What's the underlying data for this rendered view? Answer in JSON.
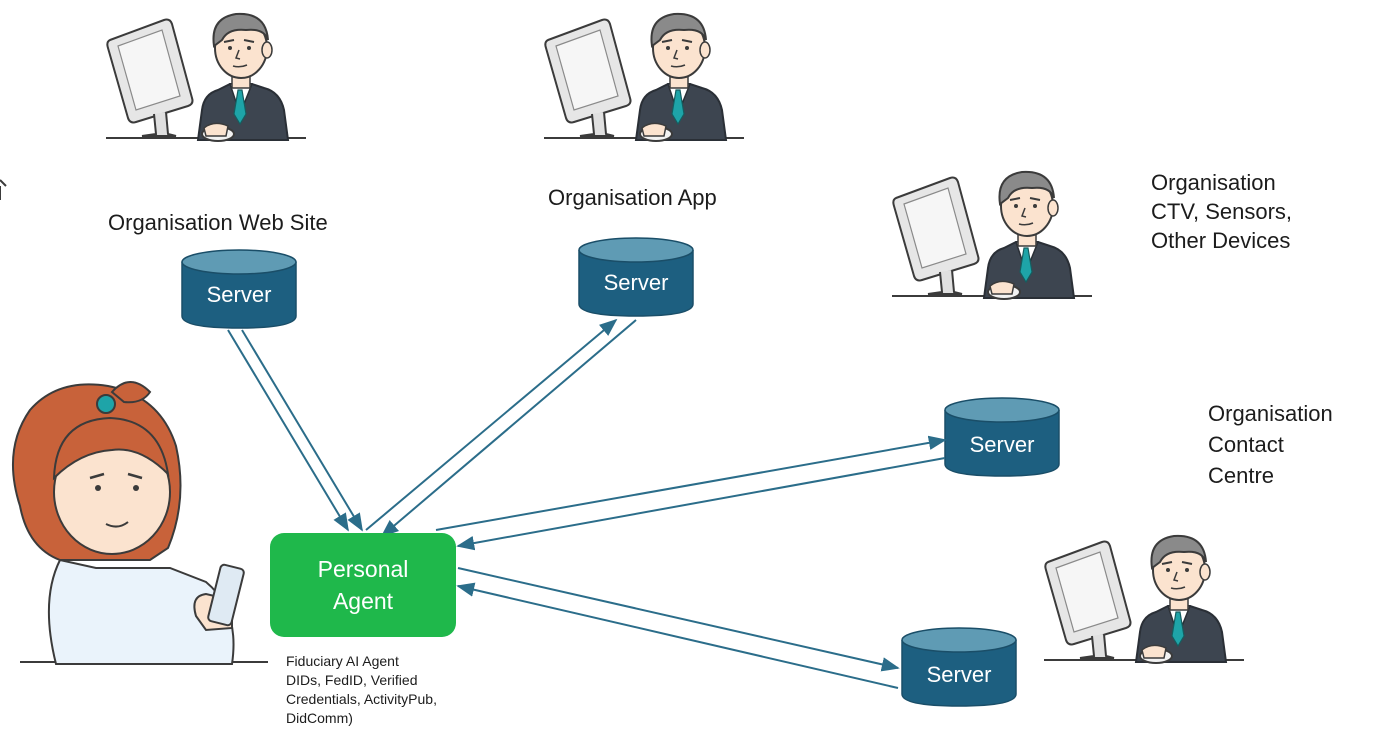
{
  "colors": {
    "server_fill": "#1d5f80",
    "server_top": "#5f9bb4",
    "agent_fill": "#1fb84b",
    "arrow": "#2b6d8a",
    "suit": "#3d4550",
    "tie": "#1ea4a8",
    "hair_girl": "#c8623a"
  },
  "labels": {
    "web_site": "Organisation Web Site",
    "app": "Organisation App",
    "devices": [
      "Organisation",
      "CTV, Sensors,",
      "Other Devices"
    ],
    "contact_centre": [
      "Organisation",
      "Contact",
      "Centre"
    ]
  },
  "servers": {
    "web": "Server",
    "app": "Server",
    "contact": "Server",
    "bottom": "Server"
  },
  "agent": {
    "line1": "Personal",
    "line2": "Agent"
  },
  "agent_note": [
    "Fiduciary AI Agent",
    "DIDs, FedID, Verified",
    "Credentials, ActivityPub,",
    "DidComm)"
  ],
  "icons": {
    "person_left": "woman-with-phone-icon",
    "workers": "man-at-computer-icon"
  }
}
